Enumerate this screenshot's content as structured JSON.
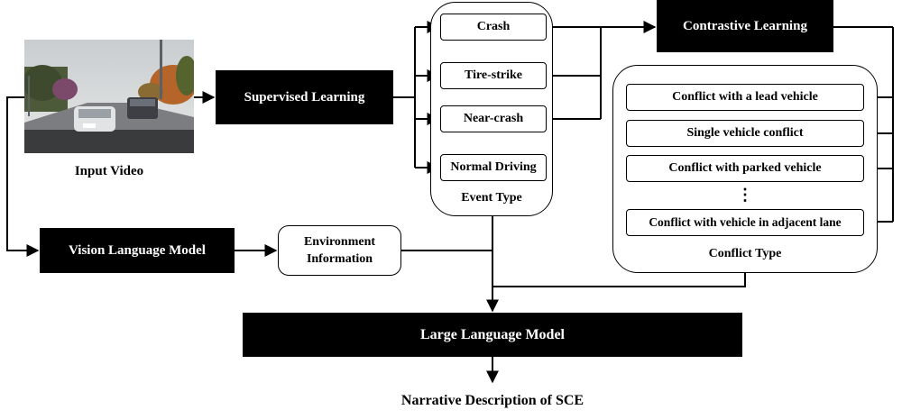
{
  "input": {
    "caption": "Input Video"
  },
  "supervised_learning": {
    "label": "Supervised Learning"
  },
  "vision_language_model": {
    "label": "Vision Language Model"
  },
  "environment_information": {
    "label": "Environment Information"
  },
  "event_type": {
    "caption": "Event Type",
    "items": [
      "Crash",
      "Tire-strike",
      "Near-crash",
      "Normal Driving"
    ]
  },
  "contrastive_learning": {
    "label": "Contrastive Learning"
  },
  "conflict_type": {
    "caption": "Conflict Type",
    "items": [
      "Conflict with a lead vehicle",
      "Single vehicle conflict",
      "Conflict with parked vehicle",
      "Conflict with vehicle in adjacent lane"
    ],
    "ellipsis": "⋮"
  },
  "large_language_model": {
    "label": "Large Language Model"
  },
  "output": {
    "caption": "Narrative Description of SCE"
  },
  "colors": {
    "box_fill": "#000000",
    "box_text": "#ffffff",
    "line": "#000000"
  }
}
